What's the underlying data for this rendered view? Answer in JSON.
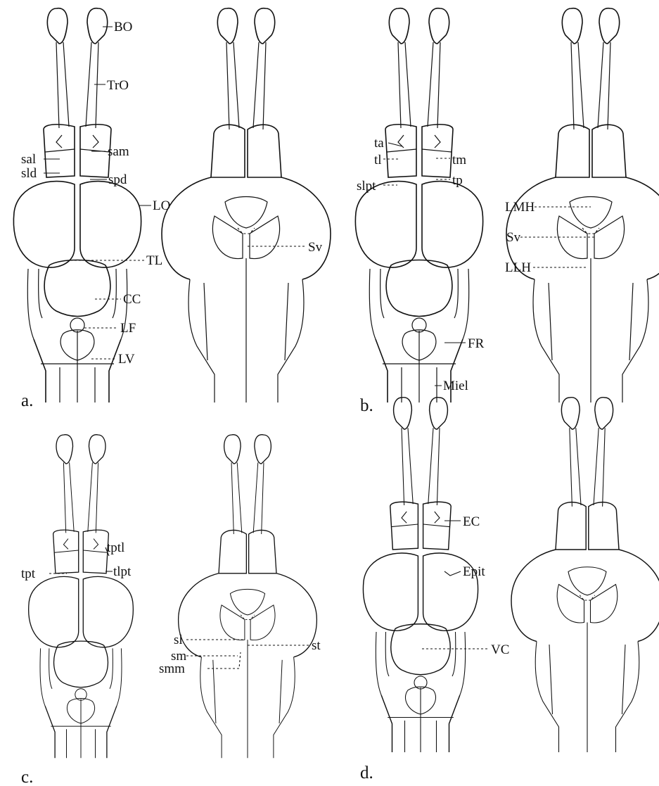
{
  "panels": {
    "a": "a.",
    "b": "b.",
    "c": "c.",
    "d": "d."
  },
  "labels": {
    "BO": "BO",
    "TrO": "TrO",
    "sam": "sam",
    "sal": "sal",
    "sld": "sld",
    "spd": "spd",
    "LO": "LO",
    "TL": "TL",
    "CC": "CC",
    "LF": "LF",
    "LV": "LV",
    "Sv_a": "Sv",
    "ta": "ta",
    "tl": "tl",
    "tm": "tm",
    "slpt": "slpt",
    "tp": "tp",
    "FR": "FR",
    "Miel": "Miel",
    "LMH": "LMH",
    "Sv_b": "Sv",
    "LLH": "LLH",
    "tptl": "tptl",
    "tpt": "tpt",
    "tlpt": "tlpt",
    "sl": "sl",
    "st": "st",
    "sm": "sm",
    "smm": "smm",
    "EC": "EC",
    "Epit": "Epit",
    "VC": "VC"
  }
}
